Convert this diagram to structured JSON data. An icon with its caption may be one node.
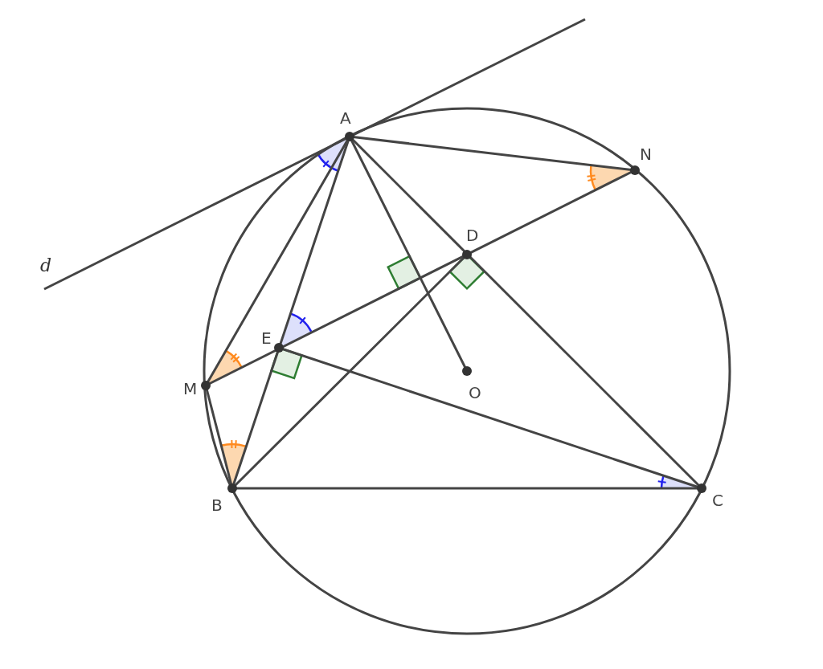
{
  "diagram": {
    "labels": [
      "A",
      "N",
      "D",
      "d",
      "E",
      "M",
      "O",
      "B",
      "C"
    ]
  }
}
